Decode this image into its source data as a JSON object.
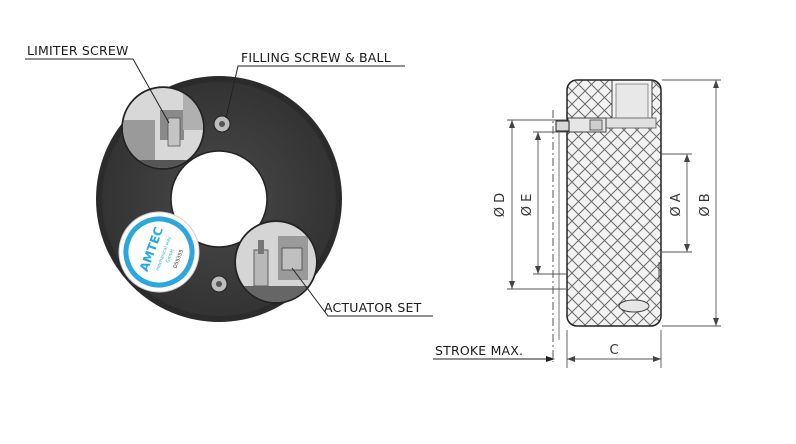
{
  "callouts": {
    "limiter_screw": "LIMITER SCREW",
    "filling_screw": "FILLING SCREW & BALL",
    "actuator_set": "ACTUATOR SET",
    "stroke_max": "STROKE MAX."
  },
  "dimensions": {
    "d_outer": "Ø B",
    "d_inner": "Ø A",
    "d_e": "Ø E",
    "d_d": "Ø D",
    "c": "C"
  },
  "label": {
    "brand": "AMTEC",
    "line1": "mechanical way",
    "line2": "GmbH",
    "code": "D55355"
  },
  "colors": {
    "body_dark": "#3a3a3a",
    "body_rim": "#2a2a2a",
    "label_blue": "#2aa7dc",
    "knurl_bg": "#f2f2f2",
    "knurl_line": "#6a6a6a"
  }
}
